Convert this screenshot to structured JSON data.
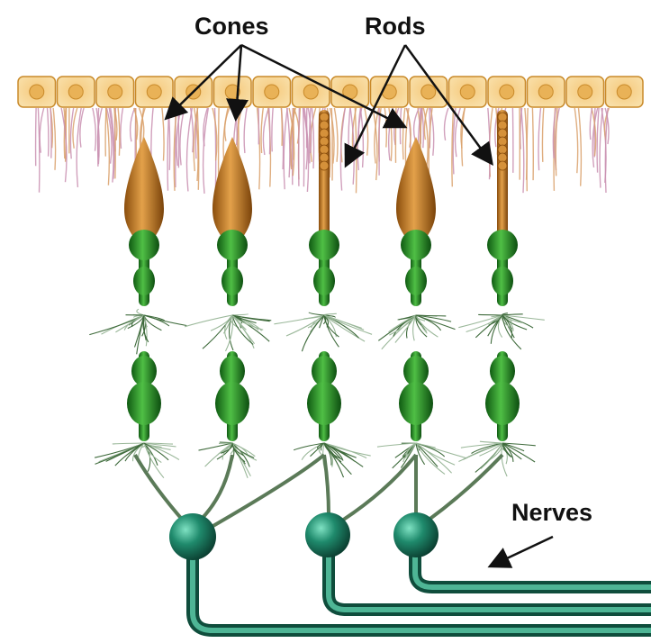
{
  "labels": {
    "cones": "Cones",
    "rods": "Rods",
    "nerves": "Nerves"
  },
  "cells": [
    {
      "type": "cone"
    },
    {
      "type": "cone"
    },
    {
      "type": "rod"
    },
    {
      "type": "cone"
    },
    {
      "type": "rod"
    }
  ],
  "ganglion_cells": 3,
  "colors": {
    "epithelium": "#f3c06a",
    "epithelium_dark": "#c98a2a",
    "cone_rod_outer": "#c47a1e",
    "synapse_green": "#2e8f2a",
    "ganglion": "#1f7a63",
    "nerve": "#2b7d64",
    "arrow": "#111111"
  }
}
